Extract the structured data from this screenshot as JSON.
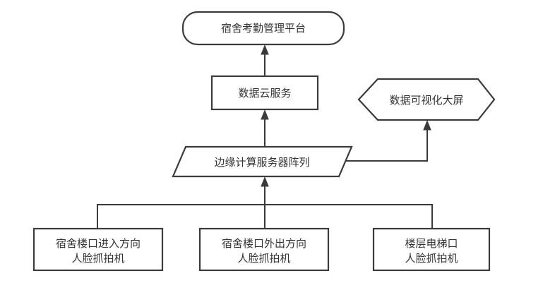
{
  "diagram": {
    "colors": {
      "stroke": "#3b3b3b",
      "text": "#333333",
      "background": "#ffffff"
    },
    "nodes": {
      "platform": {
        "shape": "rounded-rectangle",
        "label": "宿舍考勤管理平台"
      },
      "cloud_service": {
        "shape": "rectangle",
        "label": "数据云服务"
      },
      "dashboard": {
        "shape": "hexagon",
        "label": "数据可视化大屏"
      },
      "edge_servers": {
        "shape": "parallelogram",
        "label": "边缘计算服务器阵列"
      },
      "camera_entry": {
        "shape": "rectangle",
        "line1": "宿舍楼口进入方向",
        "line2": "人脸抓拍机"
      },
      "camera_exit": {
        "shape": "rectangle",
        "line1": "宿舍楼口外出方向",
        "line2": "人脸抓拍机"
      },
      "camera_elevator": {
        "shape": "rectangle",
        "line1": "楼层电梯口",
        "line2": "人脸抓拍机"
      }
    },
    "edges": [
      {
        "from": "cloud_service",
        "to": "platform",
        "arrow": true
      },
      {
        "from": "edge_servers",
        "to": "cloud_service",
        "arrow": true
      },
      {
        "from": "edge_servers",
        "to": "dashboard",
        "arrow": true
      },
      {
        "from": "camera_bus",
        "to": "edge_servers",
        "arrow": true
      },
      {
        "from": "camera_entry",
        "to": "camera_bus",
        "arrow": false
      },
      {
        "from": "camera_exit",
        "to": "camera_bus",
        "arrow": false
      },
      {
        "from": "camera_elevator",
        "to": "camera_bus",
        "arrow": false
      }
    ]
  }
}
